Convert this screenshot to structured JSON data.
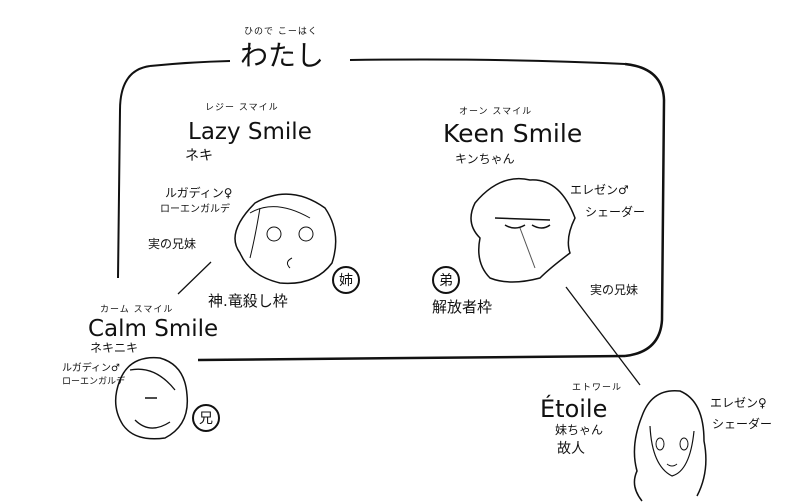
{
  "title": {
    "ruby": "ひので こーはく",
    "text": "わたし"
  },
  "characters": [
    {
      "id": "lazy",
      "ruby": "レジー スマイル",
      "name": "Lazy Smile",
      "nickname": "ネキ",
      "race": "ルガディン♀",
      "clan": "ローエンガルデ",
      "badge": "姉",
      "role": "神.竜殺し枠"
    },
    {
      "id": "keen",
      "ruby": "オーン スマイル",
      "name": "Keen Smile",
      "nickname": "キンちゃん",
      "race": "エレゼン♂",
      "clan": "シェーダー",
      "badge": "弟",
      "role": "解放者枠"
    },
    {
      "id": "calm",
      "ruby": "カーム スマイル",
      "name": "Calm Smile",
      "nickname": "ネキニキ",
      "race": "ルガディン♂",
      "clan": "ローエンガルデ",
      "badge": "兄"
    },
    {
      "id": "etoile",
      "ruby": "エトワール",
      "name": "Étoile",
      "nickname": "妹ちゃん",
      "note": "故人",
      "race": "エレゼン♀",
      "clan": "シェーダー"
    }
  ],
  "relations": [
    {
      "label": "実の兄妹",
      "between": [
        "Lazy Smile",
        "Calm Smile"
      ]
    },
    {
      "label": "実の兄妹",
      "between": [
        "Keen Smile",
        "Étoile"
      ]
    }
  ]
}
